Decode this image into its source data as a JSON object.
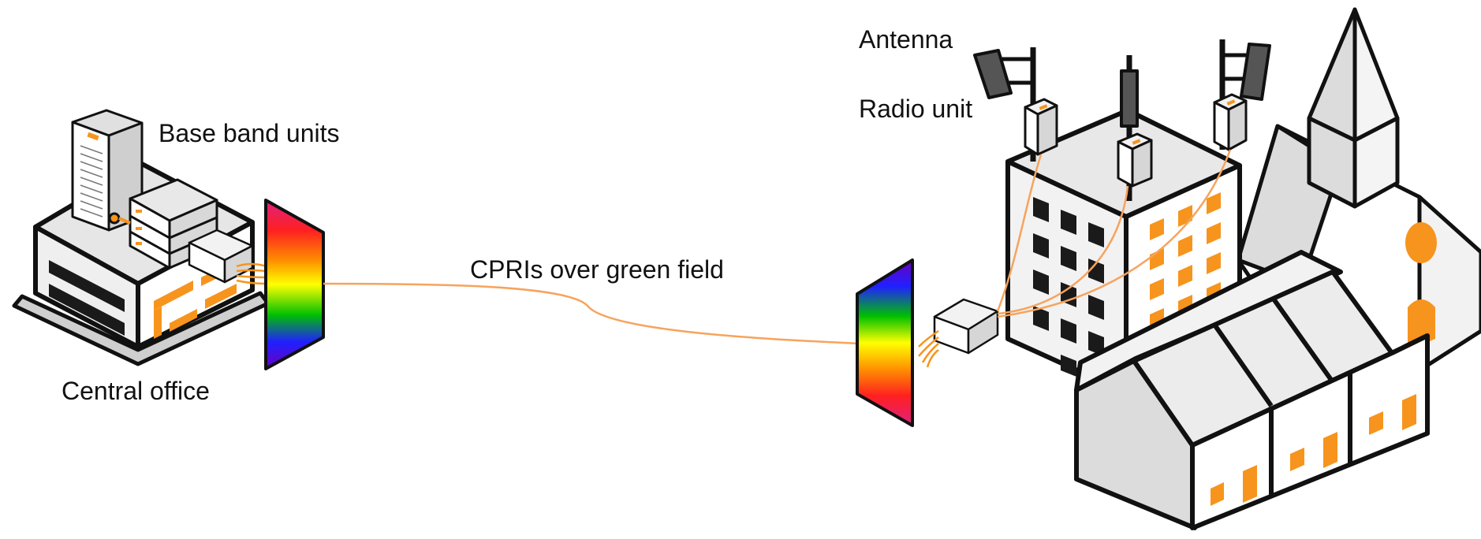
{
  "labels": {
    "base_band_units": "Base band units",
    "central_office": "Central office",
    "link": "CPRIs over green field",
    "antenna": "Antenna",
    "radio_unit": "Radio unit"
  },
  "colors": {
    "accent_orange": "#f7941d",
    "fiber": "#f7a35c",
    "outline": "#111111",
    "wall_light": "#efefef",
    "wall_mid": "#dcdcdc",
    "wall_dark": "#c4c4c4",
    "window_dark": "#1a1a1a",
    "mux_gradient": [
      "#1a1aff",
      "#00c000",
      "#ffff00",
      "#ff8000",
      "#ff0000",
      "#e0207f"
    ]
  }
}
